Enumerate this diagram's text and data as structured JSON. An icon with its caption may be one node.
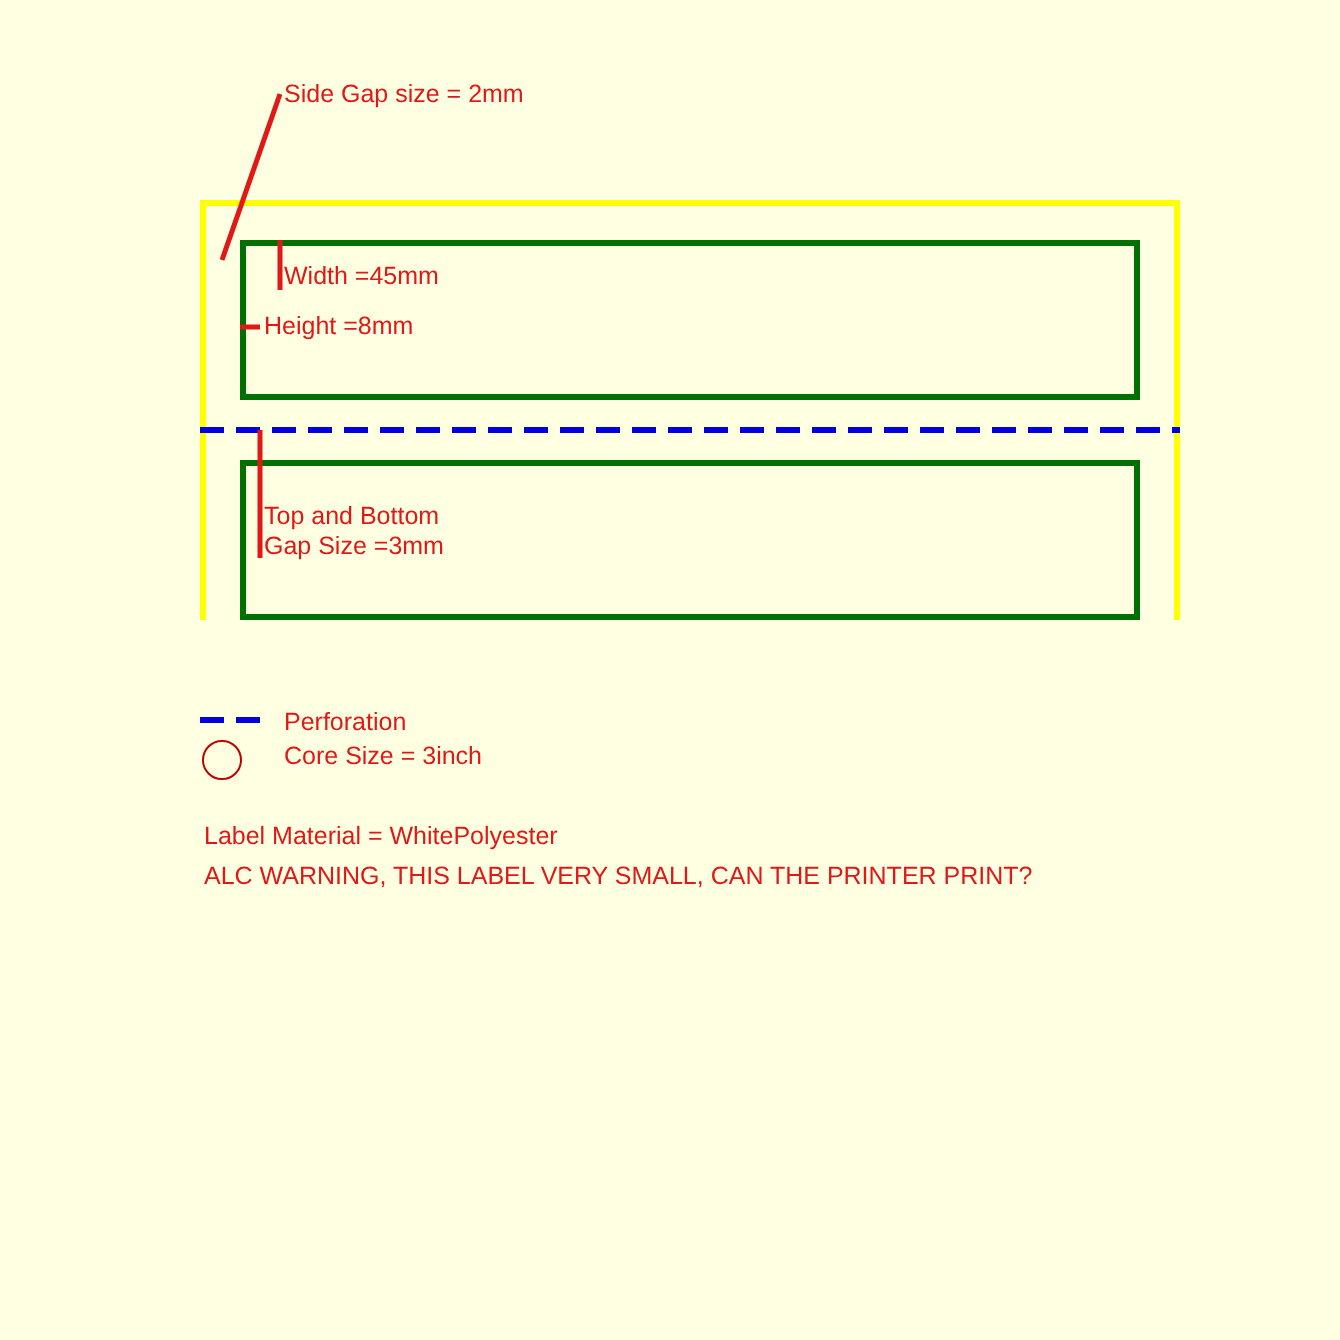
{
  "diagram": {
    "nodes": [
      {
        "text": [],
        "shape": "box"
      },
      {
        "text": [],
        "shape": "box",
        "in": 0
      },
      {
        "text": [],
        "shape": "box",
        "in": 0
      },
      {
        "text": [
          "Side Gap size = 2mm"
        ]
      },
      {
        "text": [
          "Width =45mm"
        ],
        "in": 1
      },
      {
        "text": [
          "Height =8mm"
        ],
        "in": 1
      },
      {
        "text": [
          "Top and Bottom Gap Size =3mm"
        ],
        "in": 2
      }
    ],
    "edges": [
      {
        "from": 3,
        "to": 1,
        "arrow": "none"
      },
      {
        "from": 4,
        "to": 1,
        "arrow": "none"
      },
      {
        "from": 5,
        "to": 1,
        "arrow": "none"
      },
      {
        "from": 6,
        "to": null,
        "arrow": "none"
      }
    ],
    "labels": [
      "Label Material = WhitePolyester",
      "ALC WARNING, THIS LABEL VERY SMALL, CAN THE PRINTER PRINT?"
    ],
    "legend": [
      {
        "text": "Perforation"
      },
      {
        "text": "Core Size = 3inch"
      }
    ]
  }
}
